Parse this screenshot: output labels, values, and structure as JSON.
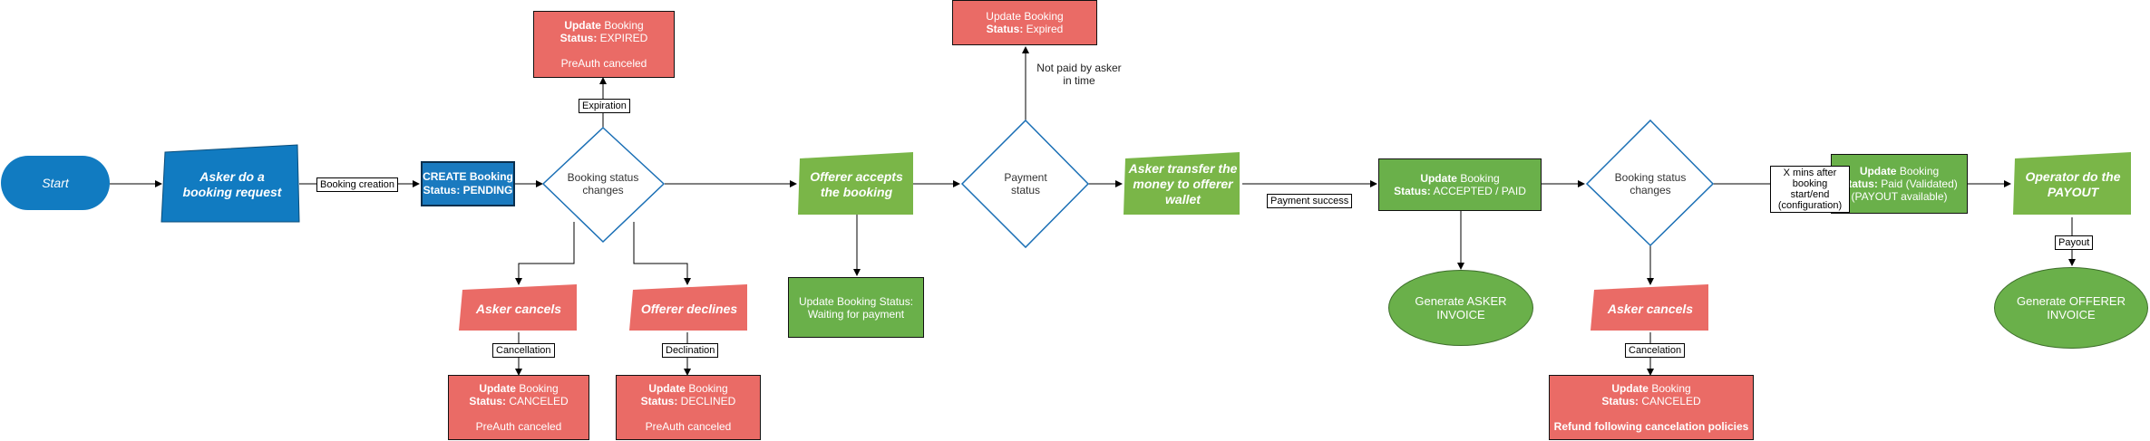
{
  "nodes": {
    "start": "Start",
    "asker_request": "Asker do a booking request",
    "create_booking": {
      "line1": "CREATE Booking",
      "line2": "Status: PENDING"
    },
    "status_changes_1": "Booking status changes",
    "expired_box": {
      "bold": "Update",
      "normal": " Booking",
      "status_bold": "Status:",
      "status_normal": " EXPIRED",
      "note": "PreAuth canceled"
    },
    "asker_cancels_1": "Asker cancels",
    "canceled_box_1": {
      "bold": "Update",
      "normal": " Booking",
      "status_bold": "Status:",
      "status_normal": " CANCELED",
      "note": "PreAuth canceled"
    },
    "offerer_declines": "Offerer declines",
    "declined_box": {
      "bold": "Update",
      "normal": " Booking",
      "status_bold": "Status:",
      "status_normal": " DECLINED",
      "note": "PreAuth canceled"
    },
    "offerer_accepts": "Offerer accepts the booking",
    "waiting_payment": "Update Booking Status: Waiting for payment",
    "payment_status": "Payment status",
    "expired_top": {
      "line1": "Update Booking",
      "status_bold": "Status:",
      "status_normal": " Expired"
    },
    "asker_transfer": "Asker transfer the money to offerer wallet",
    "accepted_paid": {
      "bold": "Update",
      "normal": " Booking",
      "status_bold": "Status:",
      "status_normal": " ACCEPTED / PAID"
    },
    "asker_invoice": "Generate ASKER INVOICE",
    "status_changes_2": "Booking status changes",
    "asker_cancels_2": "Asker cancels",
    "canceled_box_2": {
      "bold": "Update",
      "normal": " Booking",
      "status_bold": "Status:",
      "status_normal": " CANCELED",
      "note": "Refund following cancelation policies"
    },
    "paid_validated": {
      "bold": "Update",
      "normal": " Booking",
      "status_bold": "Status:",
      "status_normal": " Paid (Validated)",
      "note": "(PAYOUT available)"
    },
    "operator_payout": "Operator do the PAYOUT",
    "offerer_invoice": "Generate OFFERER INVOICE"
  },
  "edge_labels": {
    "booking_creation": "Booking creation",
    "expiration": "Expiration",
    "cancellation_1": "Cancellation",
    "declination": "Declination",
    "not_paid": "Not paid by asker in time",
    "payment_success": "Payment success",
    "x_mins": "X mins after booking start/end (configuration)",
    "cancelation_2": "Cancelation",
    "payout": "Payout"
  },
  "colors": {
    "blue": "#117bc1",
    "green": "#7ab648",
    "red": "#ea6b66",
    "diamond_border": "#1a6fb5"
  }
}
